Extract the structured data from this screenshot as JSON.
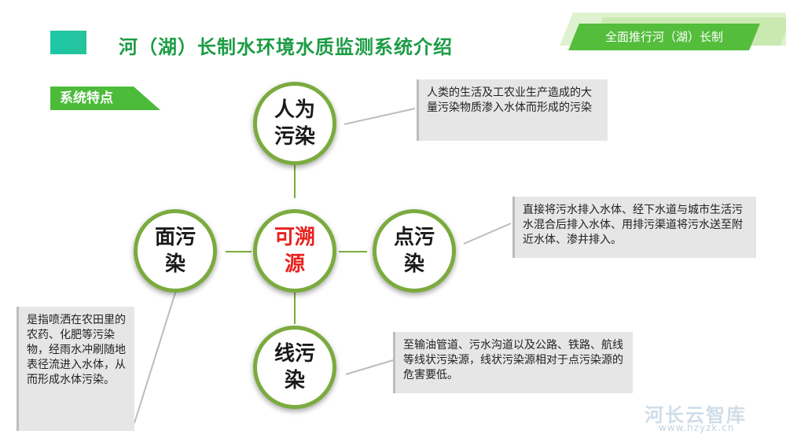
{
  "header": {
    "title": "河（湖）长制水环境水质监测系统介绍",
    "banner": "全面推行河（湖）长制"
  },
  "section_tag": "系统特点",
  "nodes": {
    "center": "可溯源",
    "top": "人为污染",
    "left": "面污染",
    "right": "点污染",
    "bottom": "线污染"
  },
  "descriptions": {
    "top": "人类的生活及工农业生产造成的大量污染物质渗入水体而形成的污染",
    "right": "直接将污水排入水体、经下水道与城市生活污水混合后排入水体、用排污渠道将污水送至附近水体、渗井排入。",
    "bottom": "至输油管道、污水沟道以及公路、铁路、航线等线状污染源，线状污染源相对于点污染源的危害要低。",
    "left": "是指喷洒在农田里的农药、化肥等污染物，经雨水冲刷随地表径流进入水体，从而形成水体污染。"
  },
  "watermark": {
    "name": "河长云智库",
    "url": "www.hzyzk.cn"
  },
  "colors": {
    "title_green": "#1c9c45",
    "accent_green": "#4cbb3a",
    "circle_border": "#7bab3e",
    "center_text": "#e8221e"
  }
}
